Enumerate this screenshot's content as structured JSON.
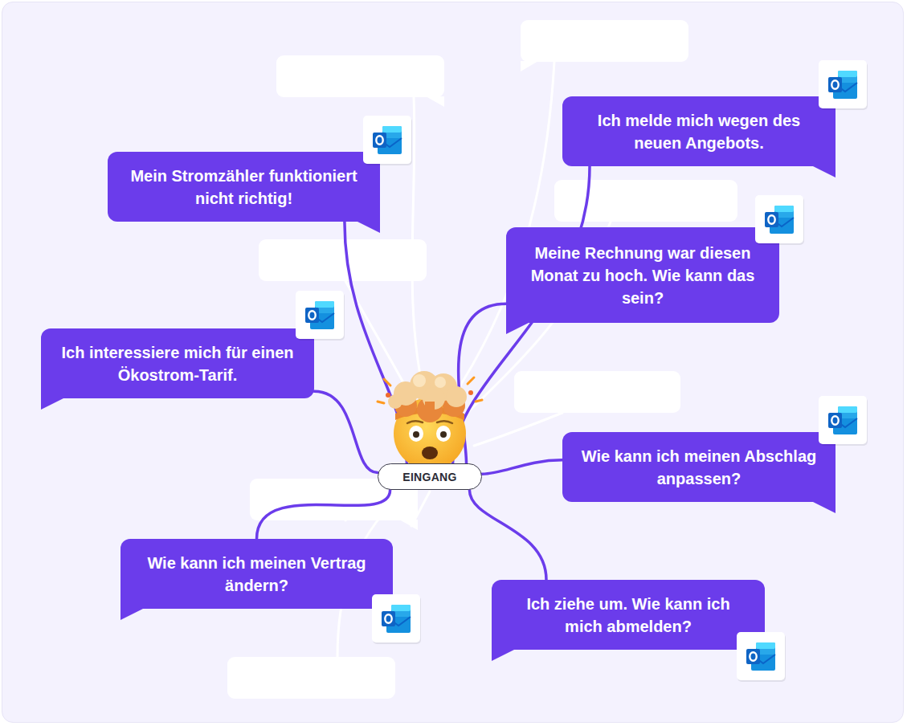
{
  "diagram": {
    "nodes": [
      {
        "text": [
          "Ich melde mich wegen des neuen Angebots."
        ]
      },
      {
        "text": [
          "Mein Stromzähler funktioniert nicht richtig!"
        ]
      },
      {
        "text": [
          "Meine Rechnung war diesen Monat zu hoch. Wie kann das sein?"
        ]
      },
      {
        "text": [
          "Ich interessiere mich für einen Ökostrom-Tarif."
        ]
      },
      {
        "text": [
          "EINGANG"
        ]
      },
      {
        "text": [
          "Wie kann ich meinen Abschlag anpassen?"
        ]
      },
      {
        "text": [
          "Wie kann ich meinen Vertrag ändern?"
        ]
      },
      {
        "text": [
          "Ich ziehe um. Wie kann ich mich abmelden?"
        ]
      }
    ],
    "edges": [
      {
        "from": 0,
        "to": 4,
        "arrow": "none"
      },
      {
        "from": 1,
        "to": 4,
        "arrow": "none"
      },
      {
        "from": 2,
        "to": 4,
        "arrow": "none"
      },
      {
        "from": 3,
        "to": 4,
        "arrow": "none"
      },
      {
        "from": 5,
        "to": 4,
        "arrow": "none"
      },
      {
        "from": 6,
        "to": 4,
        "arrow": "none"
      },
      {
        "from": 7,
        "to": 4,
        "arrow": "none"
      }
    ]
  }
}
